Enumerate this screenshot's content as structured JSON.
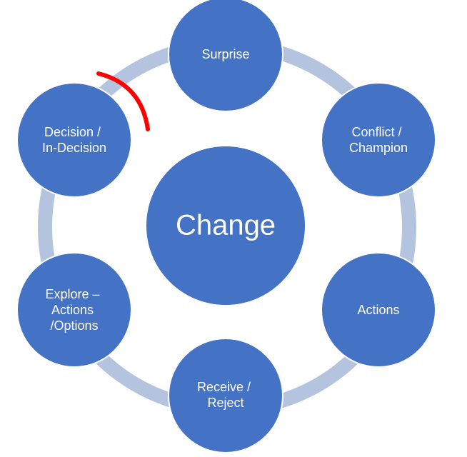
{
  "diagram": {
    "center": {
      "label": "Change"
    },
    "nodes": [
      {
        "id": "surprise",
        "lines": [
          "Surprise"
        ]
      },
      {
        "id": "conflict",
        "lines": [
          "Conflict /",
          "Champion"
        ]
      },
      {
        "id": "actions",
        "lines": [
          "Actions"
        ]
      },
      {
        "id": "receive",
        "lines": [
          "Receive /",
          "Reject"
        ]
      },
      {
        "id": "explore",
        "lines": [
          "Explore –",
          "Actions",
          "/Options"
        ]
      },
      {
        "id": "decision",
        "lines": [
          "Decision /",
          "In-Decision"
        ]
      }
    ],
    "colors": {
      "node_fill": "#4472C4",
      "node_stroke": "#ffffff",
      "ring": "#B4C3DE",
      "annotation": "#FF0000"
    }
  }
}
